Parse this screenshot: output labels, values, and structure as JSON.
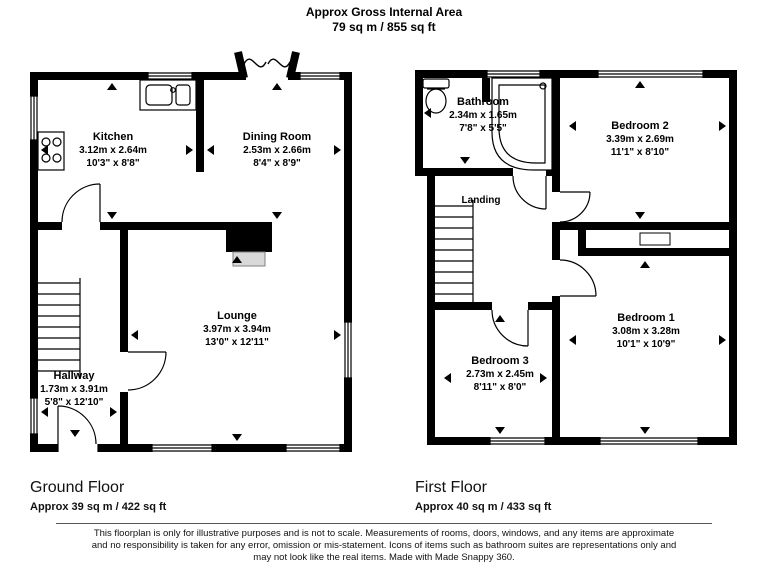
{
  "header": {
    "title": "Approx Gross Internal Area",
    "subtitle": "79 sq m / 855 sq ft"
  },
  "ground_floor": {
    "label": "Ground Floor",
    "area": "Approx 39 sq m / 422 sq ft",
    "rooms": [
      {
        "name": "Kitchen",
        "metric": "3.12m x 2.64m",
        "imperial": "10'3\" x 8'8\""
      },
      {
        "name": "Dining Room",
        "metric": "2.53m x 2.66m",
        "imperial": "8'4\" x 8'9\""
      },
      {
        "name": "Lounge",
        "metric": "3.97m x 3.94m",
        "imperial": "13'0\" x 12'11\""
      },
      {
        "name": "Hallway",
        "metric": "1.73m x 3.91m",
        "imperial": "5'8\" x 12'10\""
      }
    ]
  },
  "first_floor": {
    "label": "First Floor",
    "area": "Approx 40 sq m / 433 sq ft",
    "rooms": [
      {
        "name": "Bathroom",
        "metric": "2.34m x 1.65m",
        "imperial": "7'8\" x 5'5\""
      },
      {
        "name": "Bedroom 2",
        "metric": "3.39m x 2.69m",
        "imperial": "11'1\" x 8'10\""
      },
      {
        "name": "Landing"
      },
      {
        "name": "Bedroom 3",
        "metric": "2.73m x 2.45m",
        "imperial": "8'11\" x 8'0\""
      },
      {
        "name": "Bedroom 1",
        "metric": "3.08m x 3.28m",
        "imperial": "10'1\" x 10'9\""
      }
    ]
  },
  "footer": {
    "line1": "This floorplan is only for illustrative purposes and is not to scale. Measurements of rooms, doors, windows, and any items are approximate",
    "line2": "and no responsibility is taken for any error, omission or mis-statement. Icons of items such as bathroom suites are representations only and",
    "line3": "may not look like the real items. Made with Made Snappy 360."
  }
}
